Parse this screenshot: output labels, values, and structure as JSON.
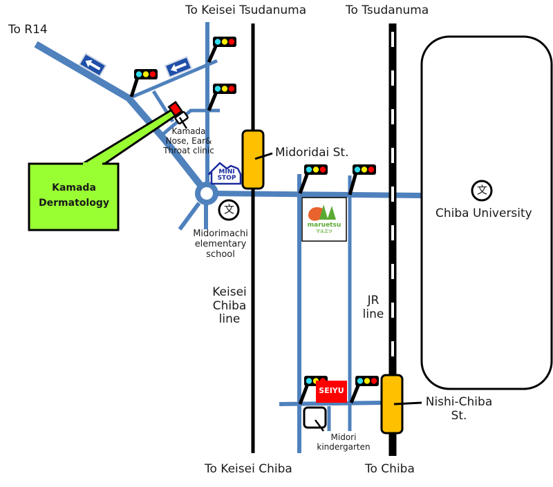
{
  "colors": {
    "road": "#4f81bd",
    "rail": "#000000",
    "station": "#ffc000",
    "callout": "#99ff33",
    "seiyu": "#ff0000",
    "ministop": "#1a2a9c",
    "maruetsu_orange": "#e8642c",
    "maruetsu_green": "#5aaa32",
    "signal_green": "#33ddee",
    "signal_yellow": "#ffee00",
    "signal_red": "#ff0000"
  },
  "directions": {
    "to_r14": "To R14",
    "to_keisei_tsudanuma": "To Keisei Tsudanuma",
    "to_tsudanuma": "To Tsudanuma",
    "to_keisei_chiba": "To Keisei Chiba",
    "to_chiba": "To Chiba"
  },
  "destination": {
    "line1": "Kamada",
    "line2": "Dermatology"
  },
  "landmarks": {
    "ent_clinic": [
      "Kamada",
      "Nose, Ear&",
      "Throat clinic"
    ],
    "elementary_school": [
      "Midorimachi",
      "elementary",
      "school"
    ],
    "kindergarten": [
      "Midori",
      "kindergarten"
    ],
    "university": "Chiba University",
    "school_symbol": "文",
    "ministop": [
      "MINI",
      "STOP"
    ],
    "maruetsu": [
      "maruetsu",
      "マルエツ"
    ],
    "seiyu": "SEIYU"
  },
  "stations": {
    "midoridai": "Midoridai St.",
    "nishi_chiba": [
      "Nishi-Chiba",
      "St."
    ]
  },
  "rail_lines": {
    "keisei": [
      "Keisei",
      "Chiba",
      "line"
    ],
    "jr": [
      "JR",
      "line"
    ]
  },
  "icons": {
    "one_way": "one-way-arrow-left",
    "signal": "traffic-signal",
    "school": "school-symbol"
  }
}
